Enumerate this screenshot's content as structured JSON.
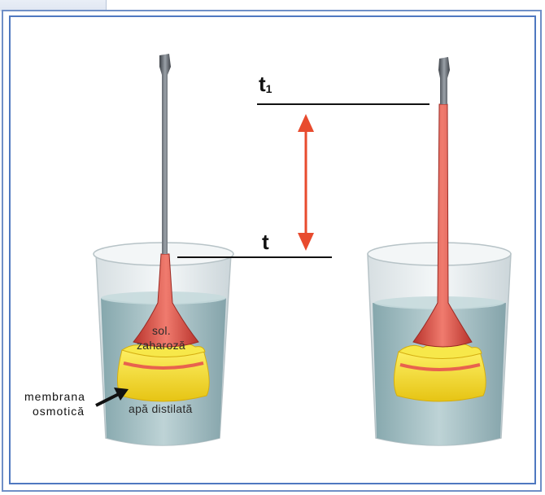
{
  "labels": {
    "t_low": "t",
    "t_high_main": "t",
    "t_high_sub": "1",
    "solution_line1": "sol.",
    "solution_line2": "zaharoză",
    "water": "apă distilată",
    "membrane_line1": "membrana",
    "membrane_line2": "osmotică"
  },
  "colors": {
    "frame": "#4f78c0",
    "tube_liquid": "#d9544a",
    "arrow": "#e84b2e",
    "membrane_bag": "#f2df1c",
    "water": "#a9c4c8",
    "glass": "#e4eaec"
  }
}
